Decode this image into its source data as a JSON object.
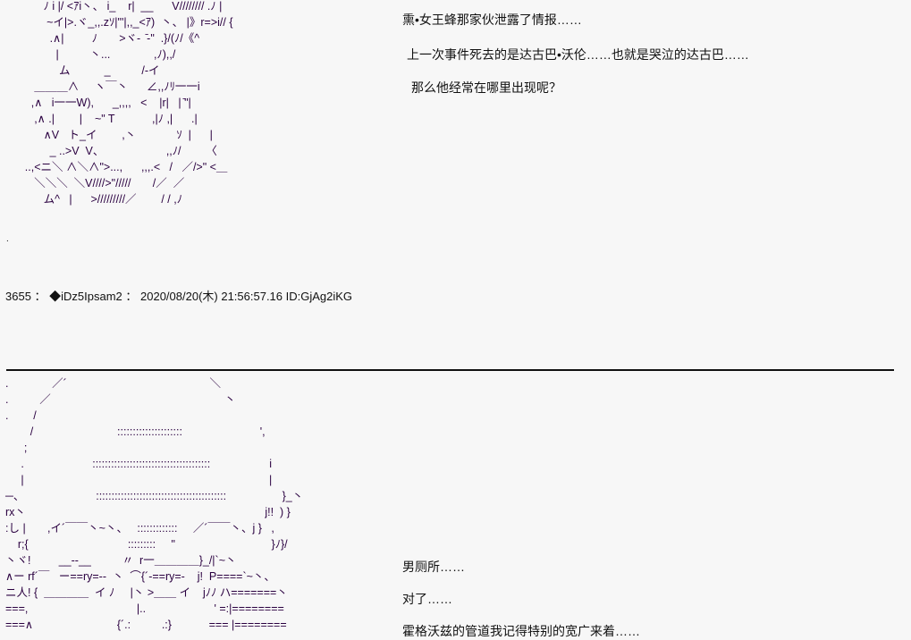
{
  "aa_top": [
    "              ﾉ i |/ <ｱi丶、 i_    r|  __      V//////// .ﾉ |",
    "               ~イ|>.ヾ_,,.zｿ|\"'|,,_<ｱ)  丶、 |》r=>i// {",
    "                .∧|         ﾉ       >ヾ-  ̄-\"  .}/(ﾉ/《^",
    "                  |          丶...              ,ﾉ),,/",
    "                   ム           _          /-イ",
    "           ＿＿＿∧     ヽ￣丶      ∠,,ﾉﾘ一一i",
    "          ,∧   i一一W),      _,,,,   <    |r|   | ̄\"|",
    "           ,∧ .|        |    ~\" T            ,|ﾉ ,|      .|",
    "              ∧V   ト_イ        ,丶             ｿ  |      |",
    "                _ ..>V  V、                    ,,ﾉ/        〈",
    "        ..,<ニ＼ ∧＼∧\">...,      ,,,.<   /   ／/>\" <＿",
    "           ＼＼＼  ＼V////>\"/////       /／  ／",
    "              ム^   |      >/////////／        / / ,ﾉ"
  ],
  "post_header": "3655 ： ◆iDz5Ipsam2 ： 2020/08/20(木) 21:56:57.16 ID:GjAg2iKG",
  "stray_dot": ".",
  "story_top": [
    "熏•女王蜂那家伙泄露了情报……",
    "上一次事件死去的是达古巴•沃伦……也就是哭泣的达古巴……",
    "那么他经常在哪里出现呢？"
  ],
  "aa_bottom": [
    ".              ／´                                              ＼",
    ".          ／                                                        丶",
    ".        /",
    "        /                           :::::::::::::::::::::                         ',",
    "      ;",
    "     .                      ::::::::::::::::::::::::::::::::::::::                   i",
    "     |                                                                               |",
    "─、                       ::::::::::::::::::::::::::::::::::::::::::                  }_丶",
    "rx丶                                                                             j!!  ) }",
    ":し |       ,イ´￣￣丶~丶、   :::::::::::::     ／´￣￣丶、j }   ,",
    "    r;{                                :::::::::     \"                               }ﾉ}/",
    "丶ヾ!         __--__          〃  r一＿＿＿＿}_/|`~丶",
    "∧ー rf´￣   ー==ry=‐-  丶  ⌒{´-==ry=‐    j!  P====`~丶、",
    "ニ人! {  ＿＿＿＿  イ ﾉ     |丶 >＿＿ イ    jﾉﾉ ハ=======丶",
    "===,                                   |..                      ' =:|========",
    "===∧                           {´.:          .:}            === |========"
  ],
  "story_bottom": [
    "男厕所……",
    "对了……",
    "霍格沃兹的管道我记得特别的宽广来着……"
  ]
}
